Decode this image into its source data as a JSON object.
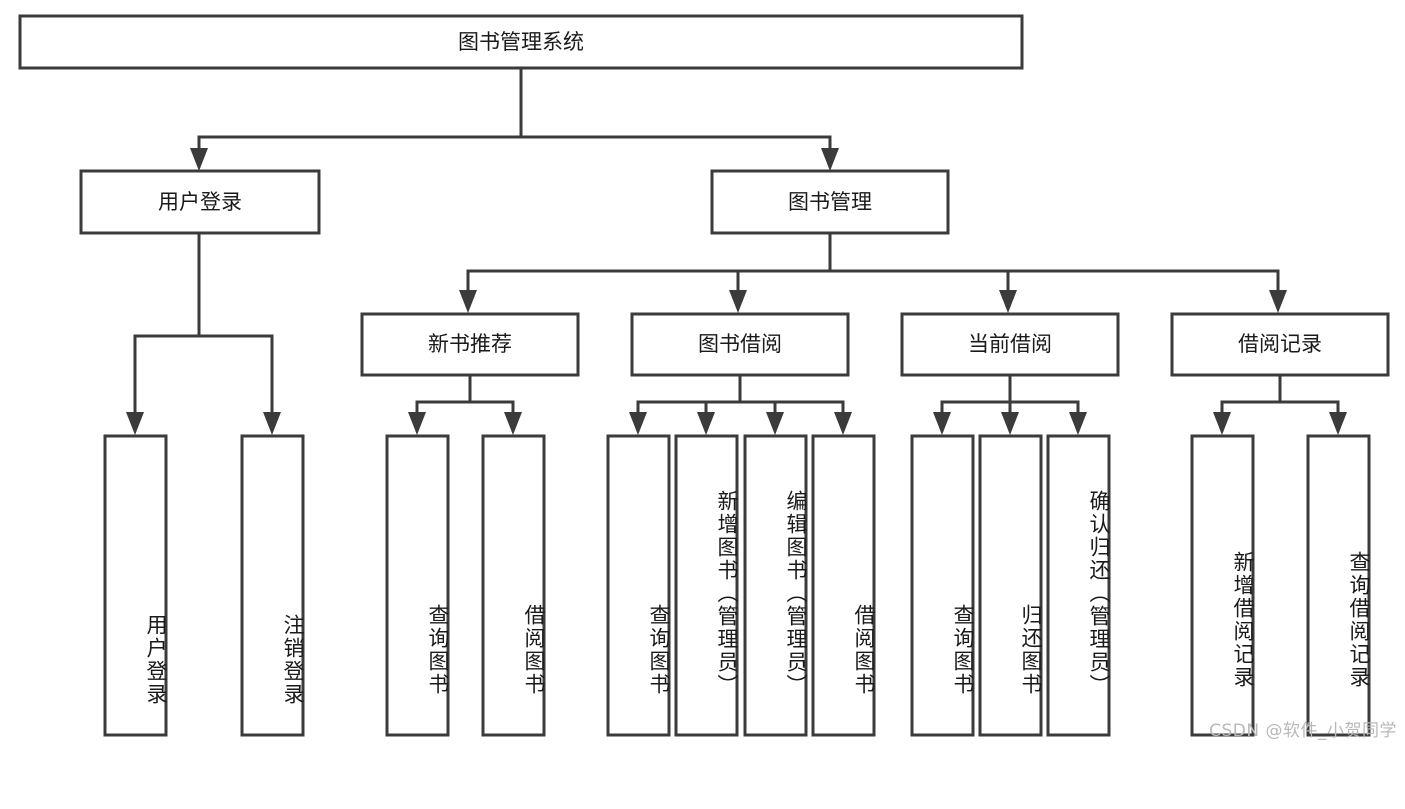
{
  "diagram": {
    "title": "图书管理系统",
    "watermark": "CSDN @软件_小贺同学",
    "root": {
      "label": "图书管理系统"
    },
    "level1": [
      {
        "label": "用户登录"
      },
      {
        "label": "图书管理"
      }
    ],
    "level2": [
      {
        "label": "新书推荐"
      },
      {
        "label": "图书借阅"
      },
      {
        "label": "当前借阅"
      },
      {
        "label": "借阅记录"
      }
    ],
    "leaves": {
      "user_login": [
        {
          "label": "用户登录"
        },
        {
          "label": "注销登录"
        }
      ],
      "new_book": [
        {
          "label": "查询图书"
        },
        {
          "label": "借阅图书"
        }
      ],
      "book_borrow": [
        {
          "label": "查询图书"
        },
        {
          "label": "新增图书（管理员）"
        },
        {
          "label": "编辑图书（管理员）"
        },
        {
          "label": "借阅图书"
        }
      ],
      "current_borrow": [
        {
          "label": "查询图书"
        },
        {
          "label": "归还图书"
        },
        {
          "label": "确认归还（管理员）"
        }
      ],
      "borrow_record": [
        {
          "label": "新增借阅记录"
        },
        {
          "label": "查询借阅记录"
        }
      ]
    }
  },
  "colors": {
    "stroke": "#3b3b3b",
    "fill": "#ffffff",
    "text": "#1a1a1a",
    "watermark": "#b9b9b9"
  }
}
